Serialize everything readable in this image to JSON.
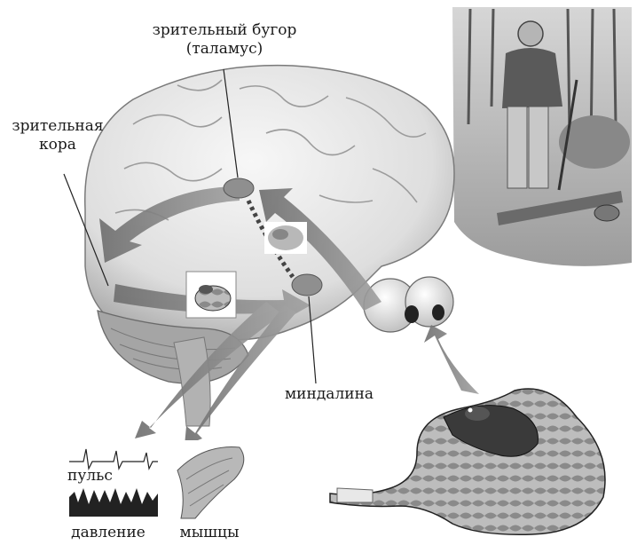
{
  "labels": {
    "thalamus_line1": "зрительный бугор",
    "thalamus_line2": "(таламус)",
    "cortex_line1": "зрительная",
    "cortex_line2": "кора",
    "amygdala": "миндалина",
    "pulse": "пульс",
    "pressure": "давление",
    "muscles": "мышцы"
  },
  "colors": {
    "brain_fill": "#e9e9e9",
    "brain_shadow": "#9a9a9a",
    "arrow": "#7d7d7d",
    "node": "#8f8f8f",
    "ink": "#1a1a1a"
  }
}
